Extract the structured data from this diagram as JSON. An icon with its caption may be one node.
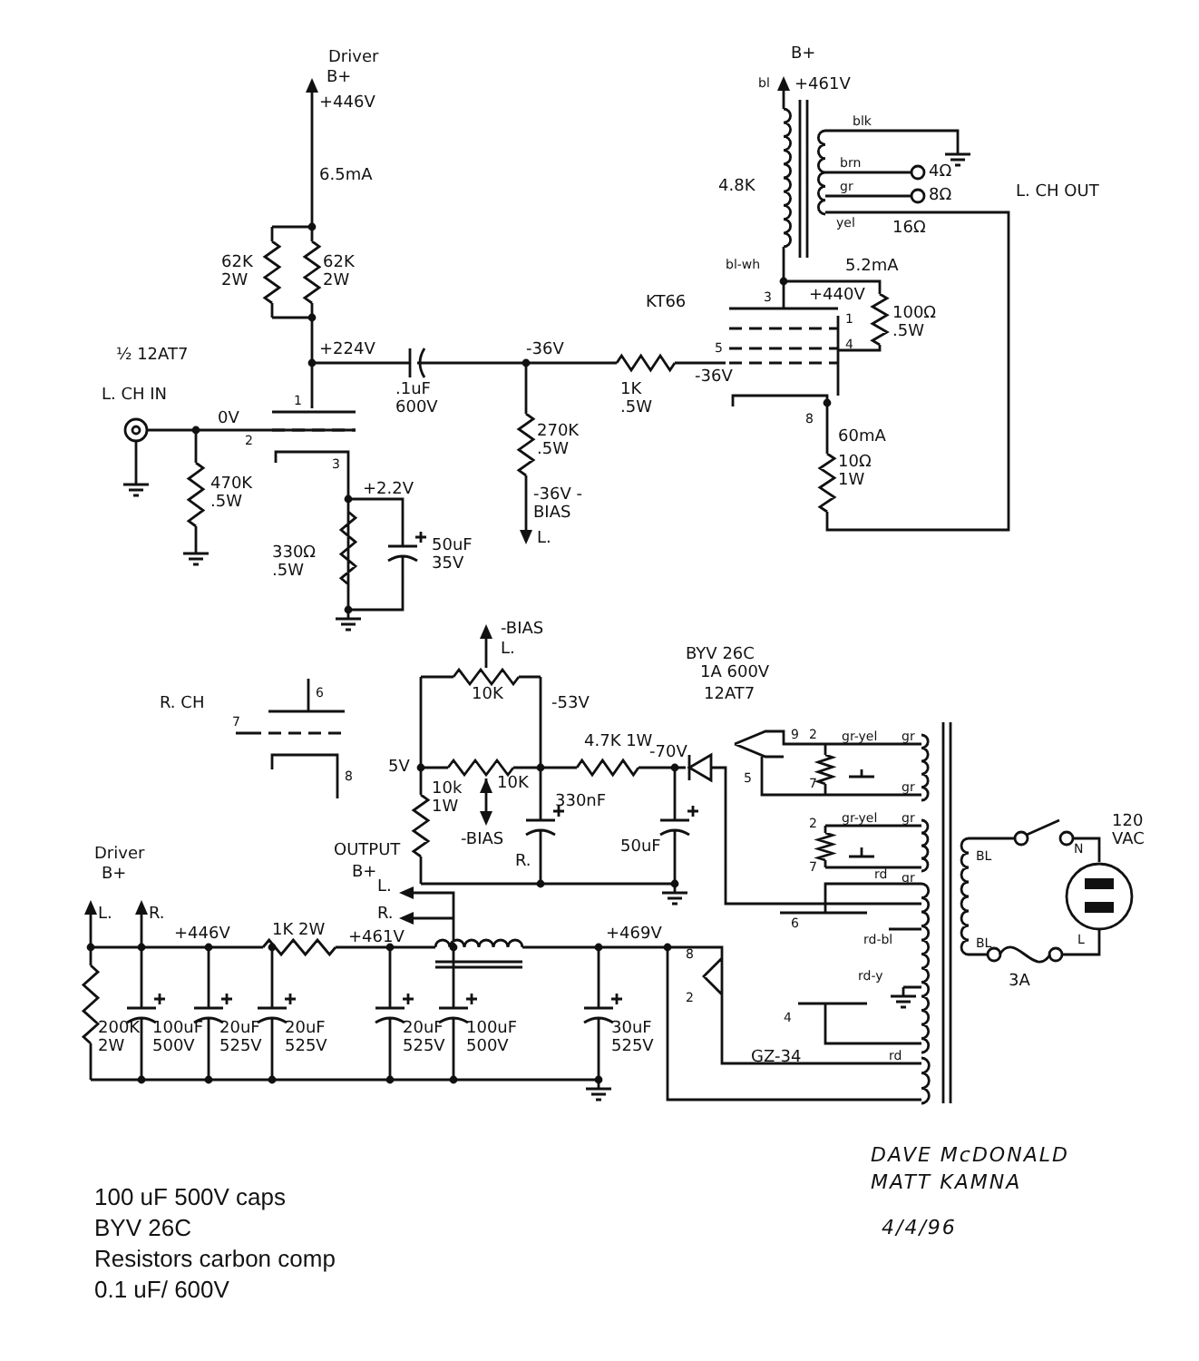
{
  "diagram": {
    "labels": [
      "Driver",
      "B+",
      "+446V",
      "6.5mA",
      "62K 2W",
      "62K 2W",
      "½ 12AT7",
      "L. CH IN",
      "+224V",
      ".1uF 600V",
      "-36V",
      "1",
      "0V",
      "2",
      "3",
      "470K .5W",
      "+2.2V",
      "330Ω .5W",
      "50uF 35V",
      "270K .5W",
      "-36V -BIAS",
      "L.",
      "1K .5W",
      "5",
      "-36V",
      "B+",
      "bl",
      "+461V",
      "blk",
      "brn",
      "4Ω",
      "gr",
      "8Ω",
      "yel",
      "16Ω",
      "L. CH OUT",
      "4.8K",
      "bl-wh",
      "5.2mA",
      "KT66",
      "3",
      "+440V",
      "1",
      "100Ω .5W",
      "4",
      "8",
      "60mA",
      "10Ω 1W",
      "-BIAS",
      "L.",
      "10K",
      "-53V",
      "10K",
      "4.7K 1W",
      "-70V",
      "5V",
      "330nF",
      "-BIAS",
      "R.",
      "10k 1W",
      "50uF",
      "R. CH",
      "6",
      "7",
      "8",
      "BYV 26C",
      "1A 600V",
      "12AT7",
      "9",
      "5",
      "2",
      "gr-yel",
      "gr",
      "7",
      "gr",
      "2",
      "gr-yel",
      "gr",
      "7",
      "gr",
      "120 VAC",
      "BL",
      "N",
      "BL",
      "L",
      "3A",
      "rd",
      "rd-bl",
      "rd-y",
      "rd",
      "6",
      "8",
      "2",
      "4",
      "GZ-34",
      "Driver",
      "B+",
      "L.",
      "R.",
      "+446V",
      "1K 2W",
      "OUTPUT",
      "B+",
      "L.",
      "R.",
      "+461V",
      "+469V",
      "200K 2W",
      "100uF 500V",
      "20uF 525V",
      "20uF 525V",
      "20uF 525V",
      "100uF 500V",
      "30uF 525V",
      "100 uF 500V caps",
      "BYV 26C",
      "Resistors carbon comp",
      "0.1 uF/ 600V",
      "DAVE McDONALD",
      "MATT KAMNA",
      "4/4/96"
    ]
  }
}
